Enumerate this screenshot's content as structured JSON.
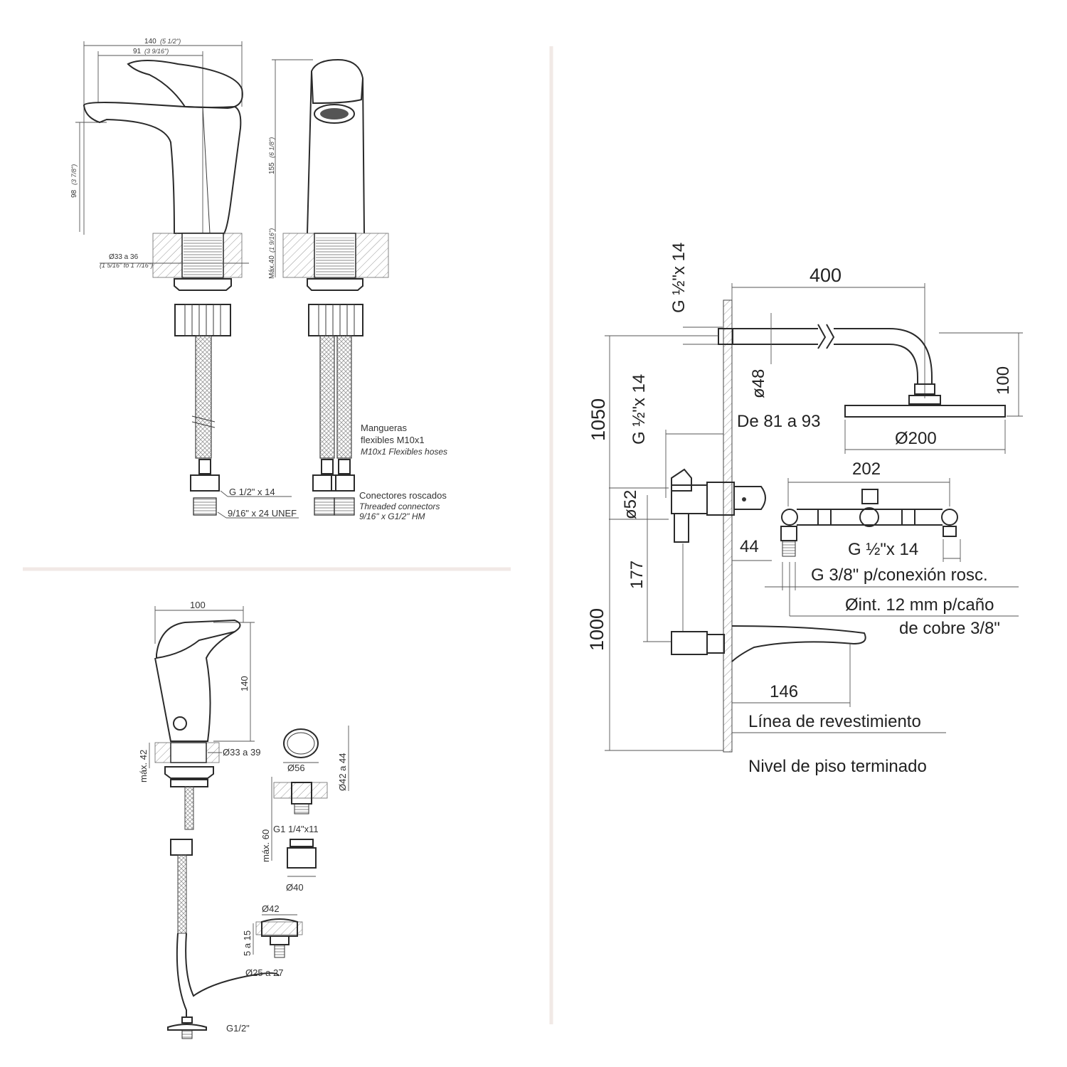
{
  "faucet_front": {
    "dim_width": "140",
    "dim_width_in": "(5 1/2\")",
    "dim_spout": "91",
    "dim_spout_in": "(3 9/16\")",
    "dim_height": "98",
    "dim_height_in": "(3 7/8\")",
    "dim_hole": "Ø33 a 36",
    "dim_hole_in": "(1 5/16\" to 1 7/16\")",
    "label_thread": "G 1/2\" x 14",
    "label_unef": "9/16\" x 24 UNEF"
  },
  "faucet_side": {
    "dim_height": "155",
    "dim_height_in": "(6 1/8\")",
    "dim_max": "Máx.40",
    "dim_max_in": "(1 9/16\")",
    "hoses_es_1": "Mangueras",
    "hoses_es_2": "flexibles M10x1",
    "hoses_en": "M10x1 Flexibles hoses",
    "conn_es": "Conectores roscados",
    "conn_en_1": "Threaded connectors",
    "conn_en_2": "9/16\" x G1/2\"  HM"
  },
  "bidet": {
    "dim_width": "100",
    "dim_height": "140",
    "dim_max42": "máx. 42",
    "dim_hole": "Ø33 a 39",
    "dim_56": "Ø56",
    "dim_42a44": "Ø42 a 44",
    "dim_max60": "máx. 60",
    "dim_g1": "G1 1/4\"x11",
    "dim_40": "Ø40",
    "dim_42": "Ø42",
    "dim_5a15": "5 a 15",
    "dim_25a27": "Ø25 a 27",
    "dim_g12": "G1/2\""
  },
  "shower": {
    "dim_400": "400",
    "dim_g_top": "G ½\"x 14",
    "dim_48": "ø48",
    "dim_100": "100",
    "dim_1050": "1050",
    "dim_g_mid": "G ½\"x 14",
    "dim_81_93": "De 81 a 93",
    "dim_200": "Ø200",
    "dim_202": "202",
    "dim_52": "ø52",
    "dim_44": "44",
    "dim_g_right": "G ½\"x 14",
    "dim_g38": "G 3/8\" p/conexión rosc.",
    "dim_int_1": "Øint. 12 mm p/caño",
    "dim_int_2": "de cobre 3/8\"",
    "dim_177": "177",
    "dim_1000": "1000",
    "dim_146": "146",
    "linea": "Línea de revestimiento",
    "nivel": "Nivel de piso terminado"
  }
}
